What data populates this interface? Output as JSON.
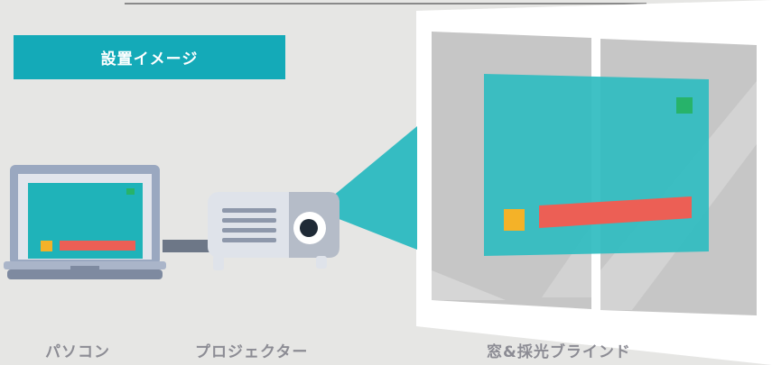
{
  "title_badge": "設置イメージ",
  "captions": {
    "pc": "パソコン",
    "projector": "プロジェクター",
    "window": "窓&採光ブラインド"
  },
  "colors": {
    "background": "#e6e6e4",
    "badge": "#14aab8",
    "screen": "#1fb3b9",
    "laptop_frame": "#9aa8c0",
    "projector_body": "#dfe3ea",
    "window_frame": "#ffffff",
    "window_glass": "#c6c6c6",
    "red_bar": "#ec5f55",
    "yellow_square": "#f4b228",
    "green_square": "#27b36a",
    "caption_text": "#8c8c94"
  }
}
